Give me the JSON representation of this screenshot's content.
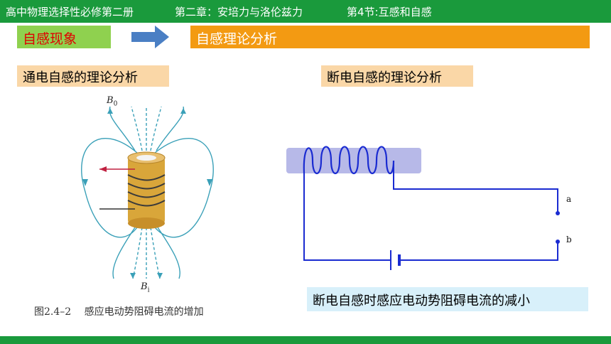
{
  "header": {
    "course": "高中物理选择性必修第二册",
    "chapter": "第二章：安培力与洛伦兹力",
    "section": "第4节:互感和自感"
  },
  "slide": {
    "topic": "自感现象",
    "subtopic": "自感理论分析",
    "left_heading": "通电自感的理论分析",
    "right_heading": "断电自感的理论分析",
    "conclusion": "断电自感时感应电动势阻碍电流的减小"
  },
  "figure": {
    "label_top": "B",
    "label_top_sub": "0",
    "label_bottom": "B",
    "label_bottom_sub": "i",
    "caption": "图2.4–2　 感应电动势阻碍电流的增加"
  },
  "circuit": {
    "terminal_a": "a",
    "terminal_b": "b"
  },
  "colors": {
    "header_green": "#1a9a3c",
    "tag_green": "#8fd14f",
    "tag_orange": "#f39a12",
    "tag_peach": "#fad7a7",
    "tag_blue": "#d8f0fa",
    "arrow_blue": "#4a7fc4",
    "wire_blue": "#1a2bd1"
  }
}
